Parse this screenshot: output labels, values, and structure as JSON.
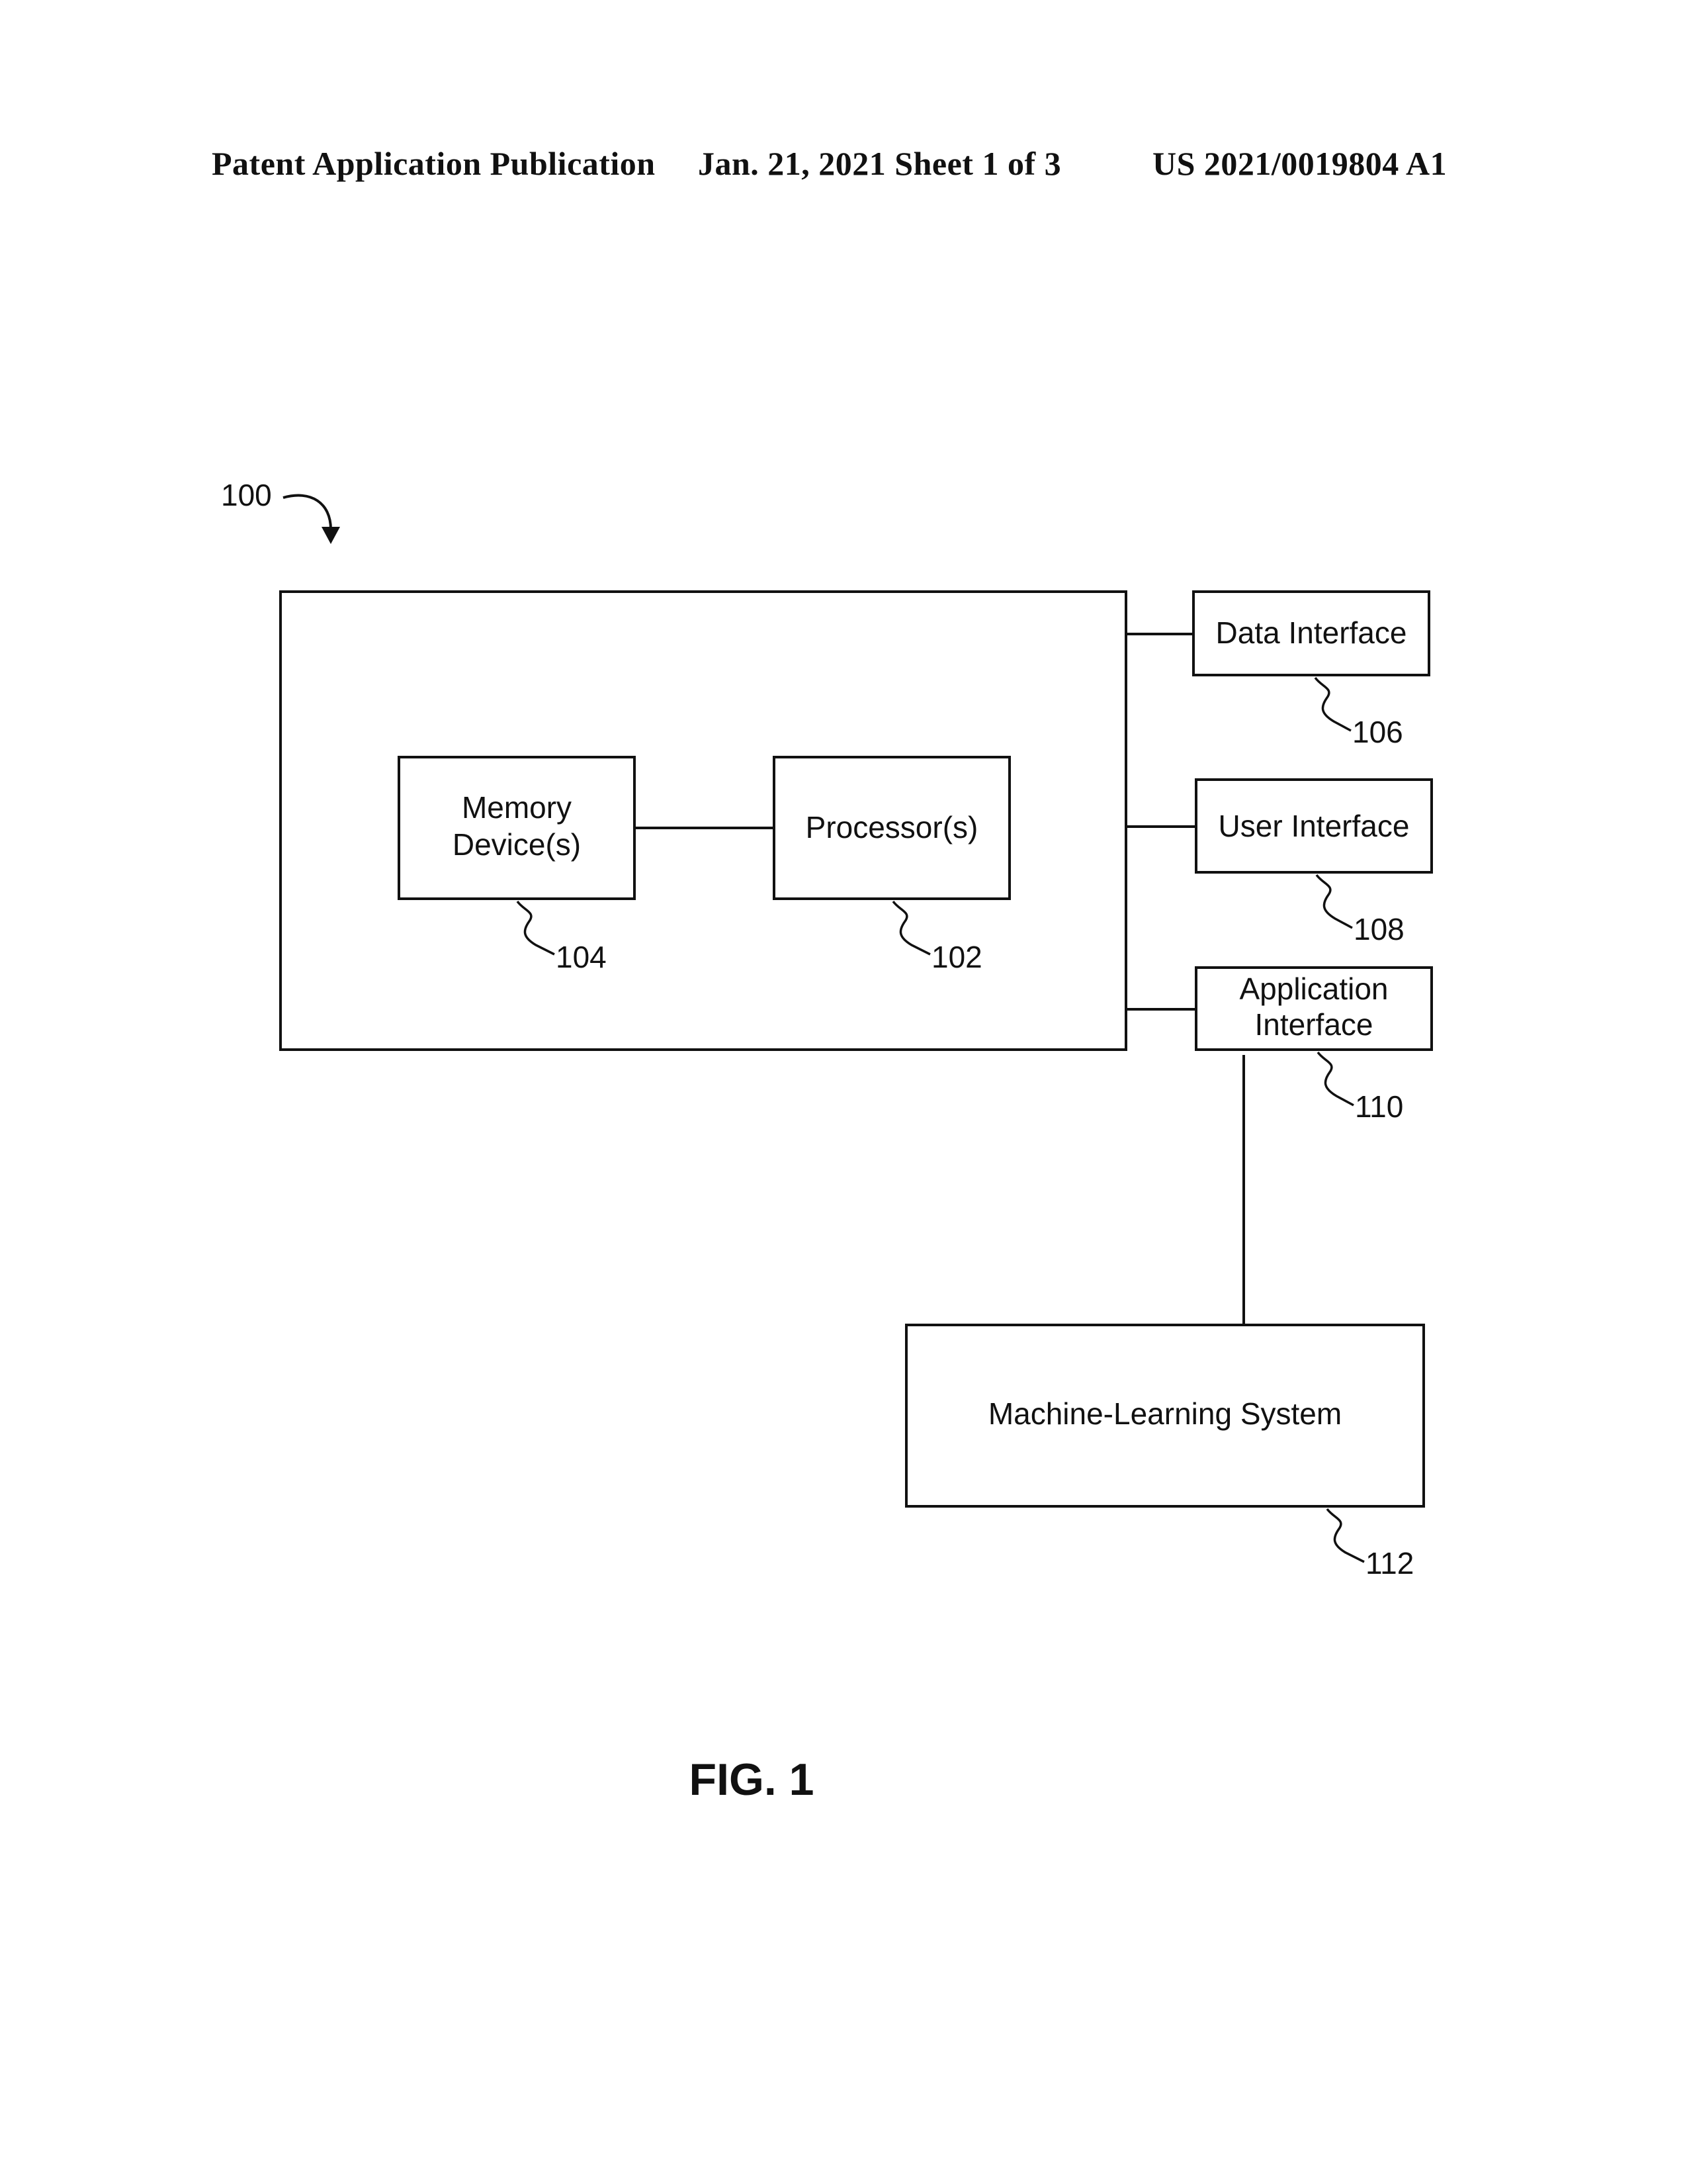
{
  "header": {
    "left": "Patent Application Publication",
    "middle": "Jan. 21, 2021   Sheet 1 of 3",
    "right": "US 2021/0019804 A1"
  },
  "diagram": {
    "system_ref": "100",
    "memory": {
      "line1": "Memory",
      "line2": "Device(s)",
      "ref": "104"
    },
    "processor": {
      "label": "Processor(s)",
      "ref": "102"
    },
    "data_interface": {
      "label": "Data Interface",
      "ref": "106"
    },
    "user_interface": {
      "label": "User Interface",
      "ref": "108"
    },
    "application_interface": {
      "line1": "Application",
      "line2": "Interface",
      "ref": "110"
    },
    "ml_system": {
      "label": "Machine-Learning System",
      "ref": "112"
    },
    "figure_label": "FIG. 1"
  }
}
